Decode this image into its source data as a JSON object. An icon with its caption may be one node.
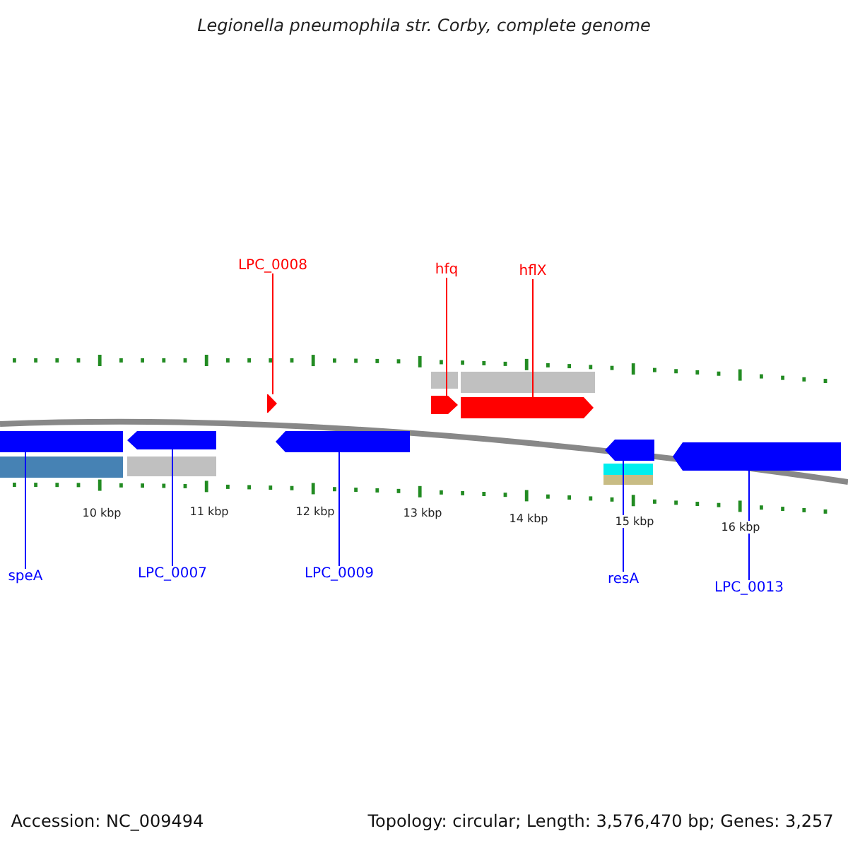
{
  "diagram": {
    "title": "Legionella pneumophila str. Corby, complete genome",
    "nodes": [
      {
        "text": [
          "LPC_0008"
        ]
      },
      {
        "text": [
          "hfq"
        ]
      },
      {
        "text": [
          "hflX"
        ]
      },
      {
        "text": [
          "speA"
        ]
      },
      {
        "text": [
          "LPC_0007"
        ]
      },
      {
        "text": [
          "LPC_0009"
        ]
      },
      {
        "text": [
          "resA"
        ]
      },
      {
        "text": [
          "LPC_0013"
        ]
      },
      {
        "text": [],
        "shape": "bar"
      },
      {
        "text": [],
        "shape": "bar"
      },
      {
        "text": [],
        "shape": "bar"
      },
      {
        "text": [],
        "shape": "bar"
      },
      {
        "text": [],
        "shape": "bar"
      },
      {
        "text": [],
        "shape": "bar"
      },
      {
        "text": [],
        "shape": "bar"
      },
      {
        "text": [],
        "shape": "bar"
      },
      {
        "text": [],
        "shape": "bar"
      },
      {
        "text": [],
        "shape": "bar"
      },
      {
        "text": [],
        "shape": "bar"
      },
      {
        "text": [],
        "shape": "bar"
      },
      {
        "text": [],
        "shape": "bar"
      },
      {
        "text": [],
        "shape": "bar"
      }
    ],
    "edges": [
      {
        "from": 0,
        "to": 8,
        "arrow": "none",
        "color": "#ff0000"
      },
      {
        "from": 1,
        "to": 9,
        "arrow": "none",
        "color": "#ff0000"
      },
      {
        "from": 2,
        "to": 10,
        "arrow": "none",
        "color": "#ff0000"
      },
      {
        "from": 3,
        "to": 11,
        "arrow": "none"
      },
      {
        "from": 4,
        "to": 12,
        "arrow": "none"
      },
      {
        "from": 5,
        "to": 13,
        "arrow": "none"
      },
      {
        "from": 6,
        "to": 14,
        "arrow": "none"
      },
      {
        "from": 7,
        "to": 15,
        "arrow": "none"
      }
    ],
    "labels": [
      "10 kbp",
      "11 kbp",
      "12 kbp",
      "13 kbp",
      "14 kbp",
      "15 kbp",
      "16 kbp",
      "Accession: NC_009494",
      "Topology: circular; Length: 3,576,470 bp; Genes: 3,257"
    ]
  }
}
